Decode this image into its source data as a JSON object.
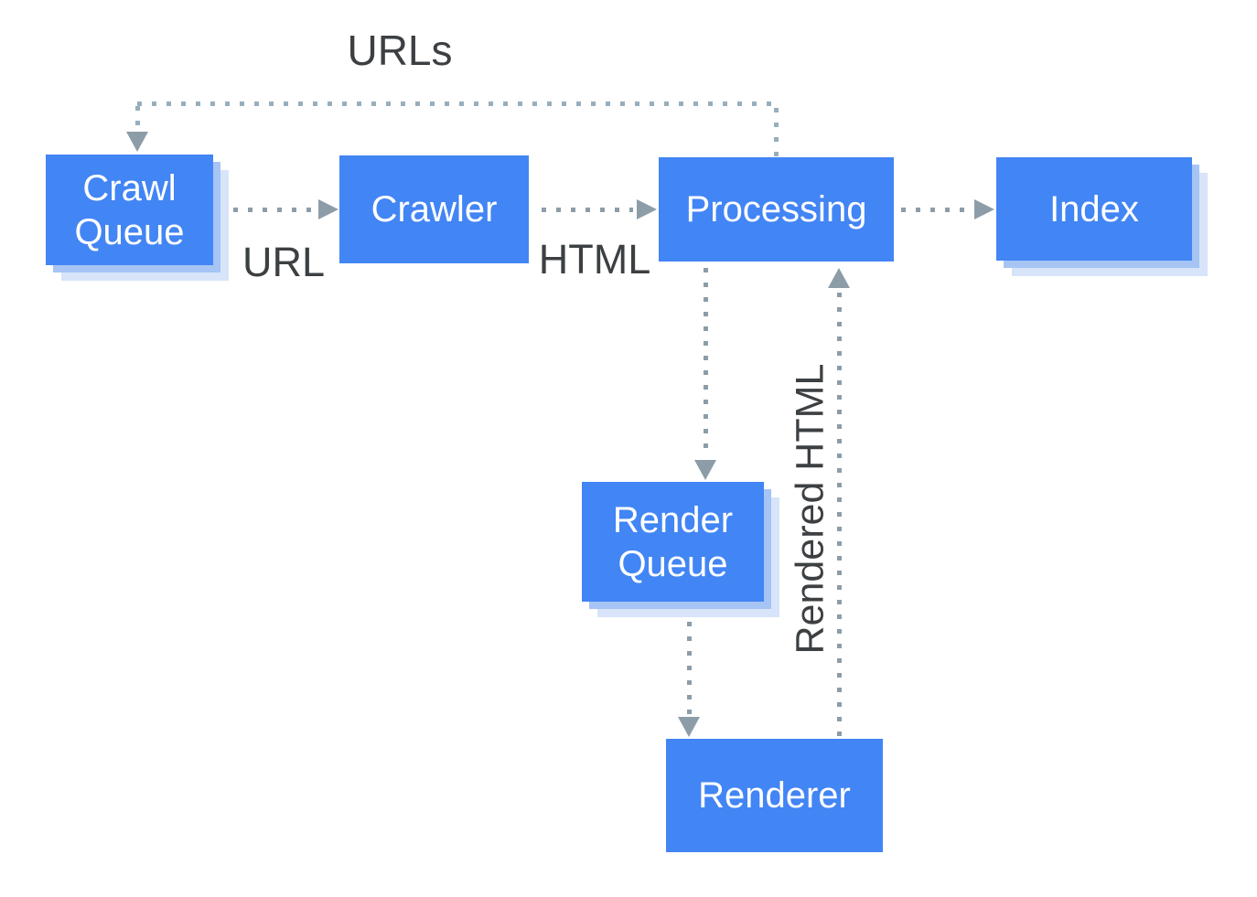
{
  "diagram": {
    "description": "Crawl, render and index pipeline flow diagram"
  },
  "nodes": {
    "crawl_queue": {
      "label": "Crawl Queue"
    },
    "crawler": {
      "label": "Crawler"
    },
    "processing": {
      "label": "Processing"
    },
    "index": {
      "label": "Index"
    },
    "render_queue": {
      "label": "Render Queue"
    },
    "renderer": {
      "label": "Renderer"
    }
  },
  "edges": [
    {
      "from": "processing",
      "to": "crawl_queue",
      "label": "URLs"
    },
    {
      "from": "crawl_queue",
      "to": "crawler",
      "label": "URL"
    },
    {
      "from": "crawler",
      "to": "processing",
      "label": "HTML"
    },
    {
      "from": "processing",
      "to": "index",
      "label": ""
    },
    {
      "from": "processing",
      "to": "render_queue",
      "label": ""
    },
    {
      "from": "render_queue",
      "to": "renderer",
      "label": ""
    },
    {
      "from": "renderer",
      "to": "processing",
      "label": "Rendered HTML"
    }
  ],
  "colors": {
    "node_fill": "#4285f4",
    "node_text": "#ffffff",
    "shadow_inner": "#a6c4f4",
    "shadow_outer": "#d7e4f9",
    "connector": "#8d9da8",
    "connector_loop": "#98aebc",
    "label_text": "#3c4043",
    "bg": "#ffffff"
  }
}
